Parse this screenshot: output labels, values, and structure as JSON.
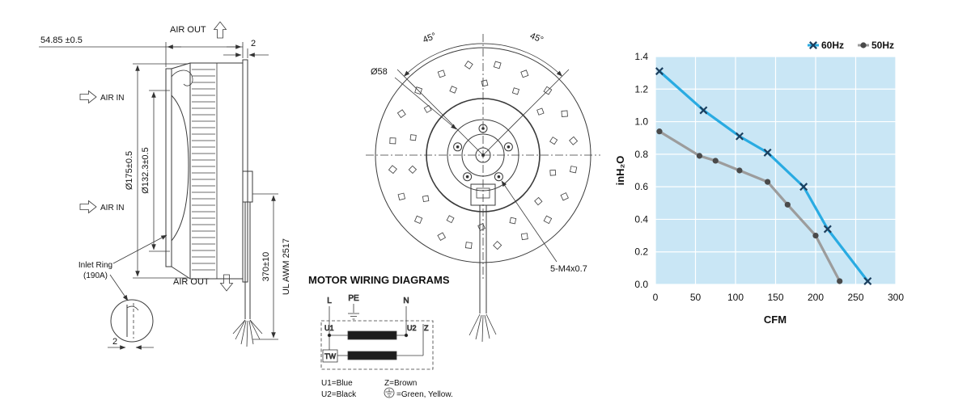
{
  "left_view": {
    "air_out_top": "AIR OUT",
    "air_out_bottom": "AIR OUT",
    "air_in_upper": "AIR IN",
    "air_in_lower": "AIR IN",
    "dim_depth": "54.85 ±0.5",
    "dim_flange": "2",
    "dim_outer_diameter": "Ø175±0.5",
    "dim_inner_diameter": "Ø132.3±0.5",
    "dim_cable_length": "370±10",
    "cable_spec": "UL AWM 2517",
    "inlet_ring_label_line1": "Inlet Ring",
    "inlet_ring_label_line2": "(190A)",
    "dim_ring_thickness": "2"
  },
  "front_view": {
    "angle_left": "45°",
    "angle_right": "45°",
    "hub_diameter": "Ø58",
    "screw_callout": "5-M4x0.7"
  },
  "wiring": {
    "title": "MOTOR WIRING DIAGRAMS",
    "terminals": {
      "live": "L",
      "earth": "PE",
      "neutral": "N"
    },
    "labels": {
      "u1": "U1",
      "u2": "U2",
      "z": "Z",
      "thermal": "TW"
    },
    "legend": [
      "U1=Blue",
      "U2=Black",
      "Z=Brown",
      "=Green, Yellow."
    ]
  },
  "chart_data": {
    "type": "line",
    "title": "",
    "xlabel": "CFM",
    "ylabel": "inH₂O",
    "xlim": [
      0,
      300
    ],
    "ylim": [
      0,
      1.4
    ],
    "x_ticks": [
      0,
      50,
      100,
      150,
      200,
      250,
      300
    ],
    "y_ticks": [
      0,
      0.2,
      0.4,
      0.6,
      0.8,
      1,
      1.2,
      1.4
    ],
    "grid": true,
    "legend_position": "top-right",
    "plot_bg_color": "#c9e6f5",
    "series": [
      {
        "name": "60Hz",
        "color": "#29abe2",
        "marker": "x",
        "marker_color": "#1c3f5e",
        "points": [
          [
            5,
            1.31
          ],
          [
            60,
            1.07
          ],
          [
            105,
            0.91
          ],
          [
            140,
            0.81
          ],
          [
            185,
            0.6
          ],
          [
            215,
            0.34
          ],
          [
            265,
            0.02
          ]
        ]
      },
      {
        "name": "50Hz",
        "color": "#9c9c9c",
        "marker": "circle",
        "marker_color": "#4a4a4a",
        "points": [
          [
            5,
            0.94
          ],
          [
            55,
            0.79
          ],
          [
            75,
            0.76
          ],
          [
            105,
            0.7
          ],
          [
            140,
            0.63
          ],
          [
            165,
            0.49
          ],
          [
            200,
            0.3
          ],
          [
            230,
            0.02
          ]
        ]
      }
    ]
  }
}
